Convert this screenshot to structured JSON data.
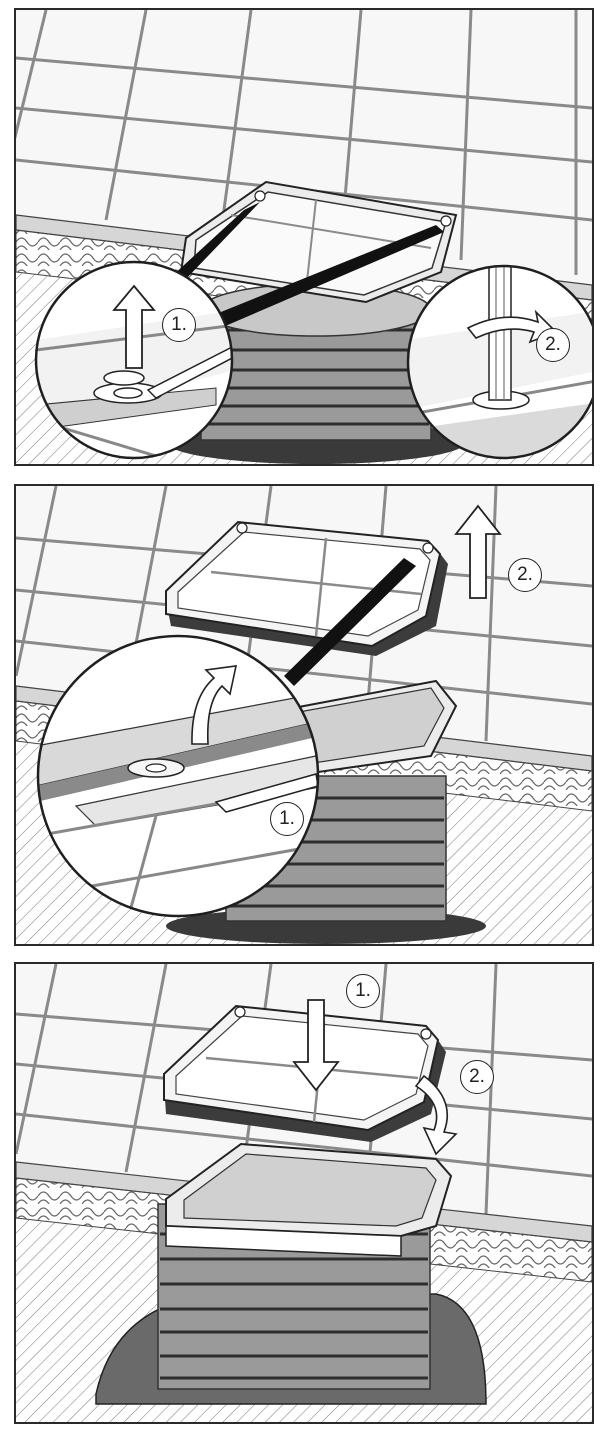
{
  "panels": [
    {
      "step_labels": [
        "1.",
        "2."
      ]
    },
    {
      "step_labels": [
        "1.",
        "2."
      ]
    },
    {
      "step_labels": [
        "1.",
        "2."
      ]
    }
  ],
  "colors": {
    "outline": "#222222",
    "line": "#555555",
    "light_fill": "#f4f4f4",
    "mid_fill": "#bdbdbd",
    "dark_fill": "#6e6e6e",
    "shade": "#8f8f8f"
  }
}
